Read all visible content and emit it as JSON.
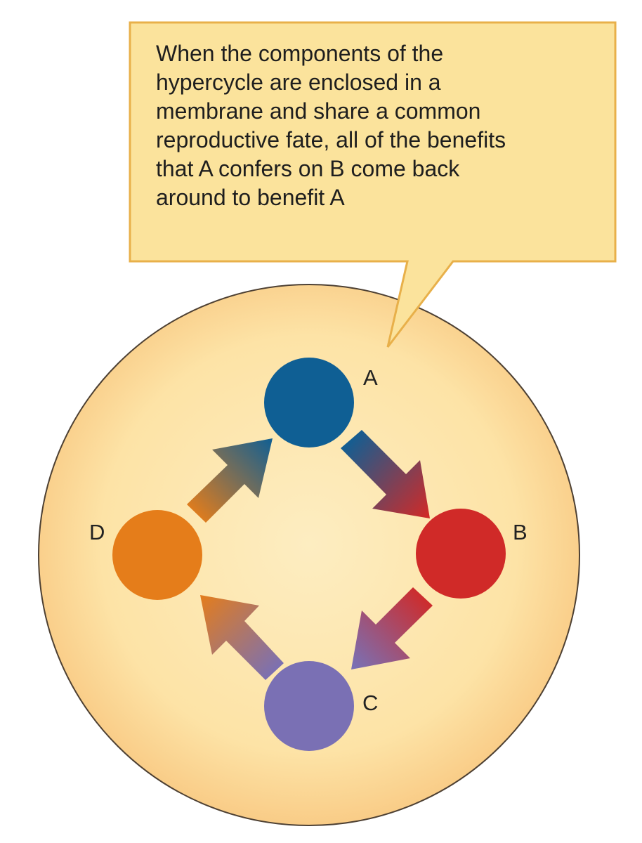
{
  "callout": {
    "lines": [
      "When the components of the",
      "hypercycle are enclosed in a",
      "membrane and share a common",
      "reproductive fate, all of the benefits",
      "that A confers on B come back",
      "around to benefit A"
    ]
  },
  "nodes": [
    {
      "id": "A",
      "label": "A",
      "color": "#0f5f94"
    },
    {
      "id": "B",
      "label": "B",
      "color": "#d02a28"
    },
    {
      "id": "C",
      "label": "C",
      "color": "#7a70b4"
    },
    {
      "id": "D",
      "label": "D",
      "color": "#e57d1a"
    }
  ],
  "cycle": [
    "A",
    "B",
    "C",
    "D"
  ],
  "colors": {
    "membrane_fill": "#fde4a8",
    "membrane_center": "#fdebb9",
    "membrane_edge": "#f6c27a",
    "membrane_outline": "#5a4a3a",
    "callout_fill": "#fbe39c",
    "callout_border": "#e8b04a"
  }
}
